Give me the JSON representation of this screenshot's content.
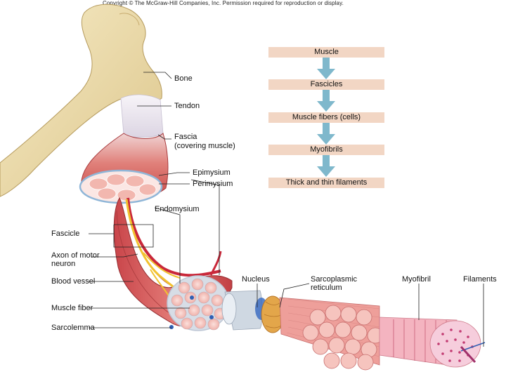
{
  "copyright": "Copyright © The McGraw-Hill Companies, Inc. Permission required for reproduction or display.",
  "hierarchy": [
    "Muscle",
    "Fascicles",
    "Muscle fibers (cells)",
    "Myofibrils",
    "Thick and thin filaments"
  ],
  "labels": {
    "bone": "Bone",
    "tendon": "Tendon",
    "fascia": "Fascia",
    "fascia_sub": "(covering muscle)",
    "epimysium": "Epimysium",
    "perimysium": "Perimysium",
    "endomysium": "Endomysium",
    "fascicle": "Fascicle",
    "axon_line1": "Axon of motor",
    "axon_line2": "neuron",
    "blood_vessel": "Blood vessel",
    "muscle_fiber": "Muscle fiber",
    "sarcolemma": "Sarcolemma",
    "nucleus": "Nucleus",
    "sarcoplasmic_line1": "Sarcoplasmic",
    "sarcoplasmic_line2": "reticulum",
    "myofibril": "Myofibril",
    "filaments": "Filaments"
  },
  "colors": {
    "bone": "#efdfae",
    "muscle": "#d9635f",
    "muscle_dark": "#b63c3e",
    "tendon": "#ece8ef",
    "flow_box": "#f2d6c4",
    "flow_arrow": "#7fb8cc",
    "nerve": "#f2c230",
    "vessel": "#c9283a",
    "fascicle_pink": "#f6c7c1"
  }
}
